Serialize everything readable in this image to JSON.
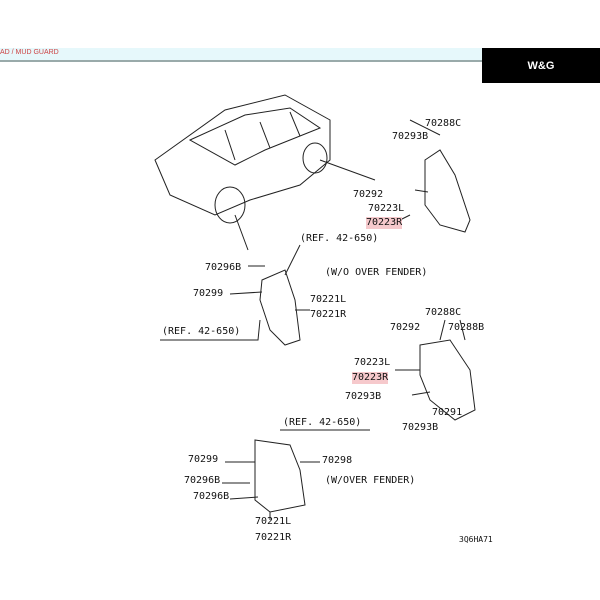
{
  "header": {
    "breadcrumb": "AD / MUD GUARD",
    "logo": "W&G"
  },
  "labels": [
    "70288C",
    "70293B",
    "70292",
    "70223L",
    "70223R",
    "(REF. 42-650)",
    "70296B",
    "(W/O OVER FENDER)",
    "70299",
    "70221L",
    "70221R",
    "(REF. 42-650)",
    "70288C",
    "70292",
    "70288B",
    "70223L",
    "70223R",
    "70293B",
    "70291",
    "70293B",
    "(REF. 42-650)",
    "70299",
    "70298",
    "70296B",
    "(W/OVER FENDER)",
    "70296B",
    "70221L",
    "70221R",
    "3Q6HA71"
  ],
  "colors": {
    "highlight": "#f6c9cc"
  }
}
